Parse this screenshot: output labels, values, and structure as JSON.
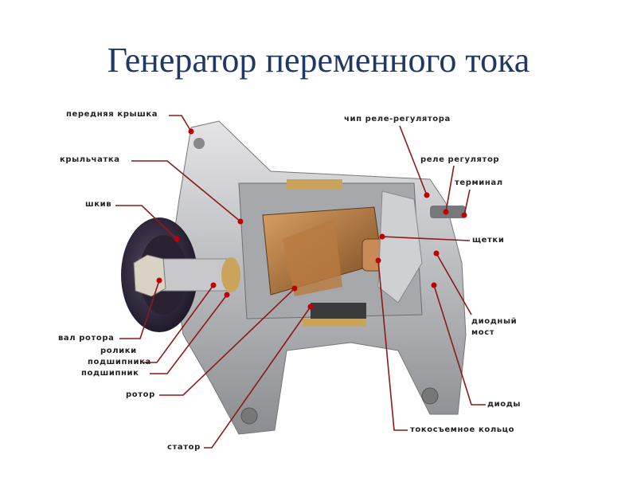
{
  "title": "Генератор переменного тока",
  "labels": {
    "front_cover": "передняя крышка",
    "impeller": "крыльчатка",
    "pulley": "шкив",
    "rotor_shaft": "вал ротора",
    "bearing_rollers_1": "ролики",
    "bearing_rollers_2": "подшипника",
    "bearing": "подшипник",
    "rotor": "ротор",
    "stator": "статор",
    "regulator_chip": "чип реле-регулятора",
    "regulator_relay": "реле регулятор",
    "terminal": "терминал",
    "brushes": "щетки",
    "diode_bridge_1": "диодный",
    "diode_bridge_2": "мост",
    "diodes": "диоды",
    "slip_ring": "токосъемное кольцо"
  },
  "colors": {
    "leader": "#8b1a1a",
    "title": "#1f3864"
  }
}
